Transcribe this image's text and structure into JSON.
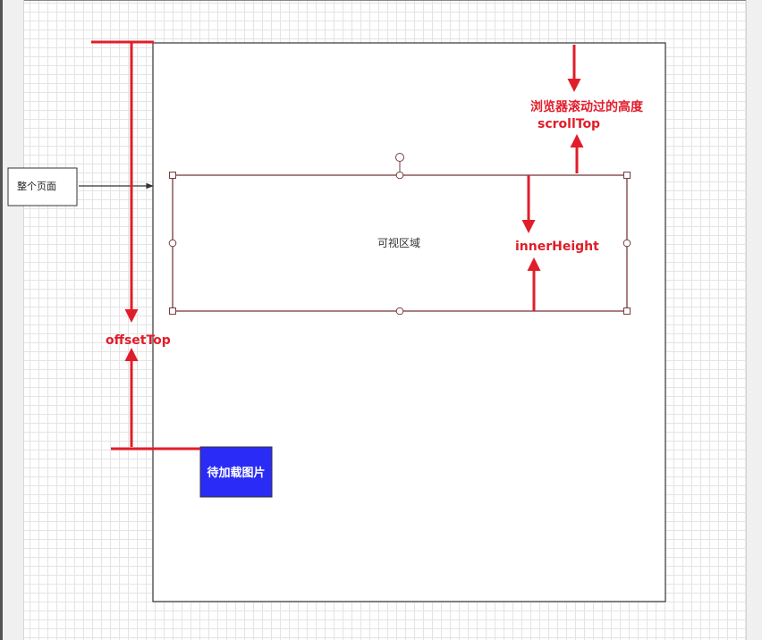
{
  "labels": {
    "whole_page": "整个页面",
    "viewport": "可视区域",
    "scroll_title": "浏览器滚动过的高度",
    "scroll_top": "scrollTop",
    "inner_height": "innerHeight",
    "offset_top": "offsetTop",
    "lazy_image": "待加载图片"
  },
  "colors": {
    "annotation_red": "#e11d2a",
    "viewport_border": "#7a3b3b",
    "lazy_image_fill": "#2a2cf5",
    "page_border": "#333333",
    "grid": "#e4e4e4"
  }
}
